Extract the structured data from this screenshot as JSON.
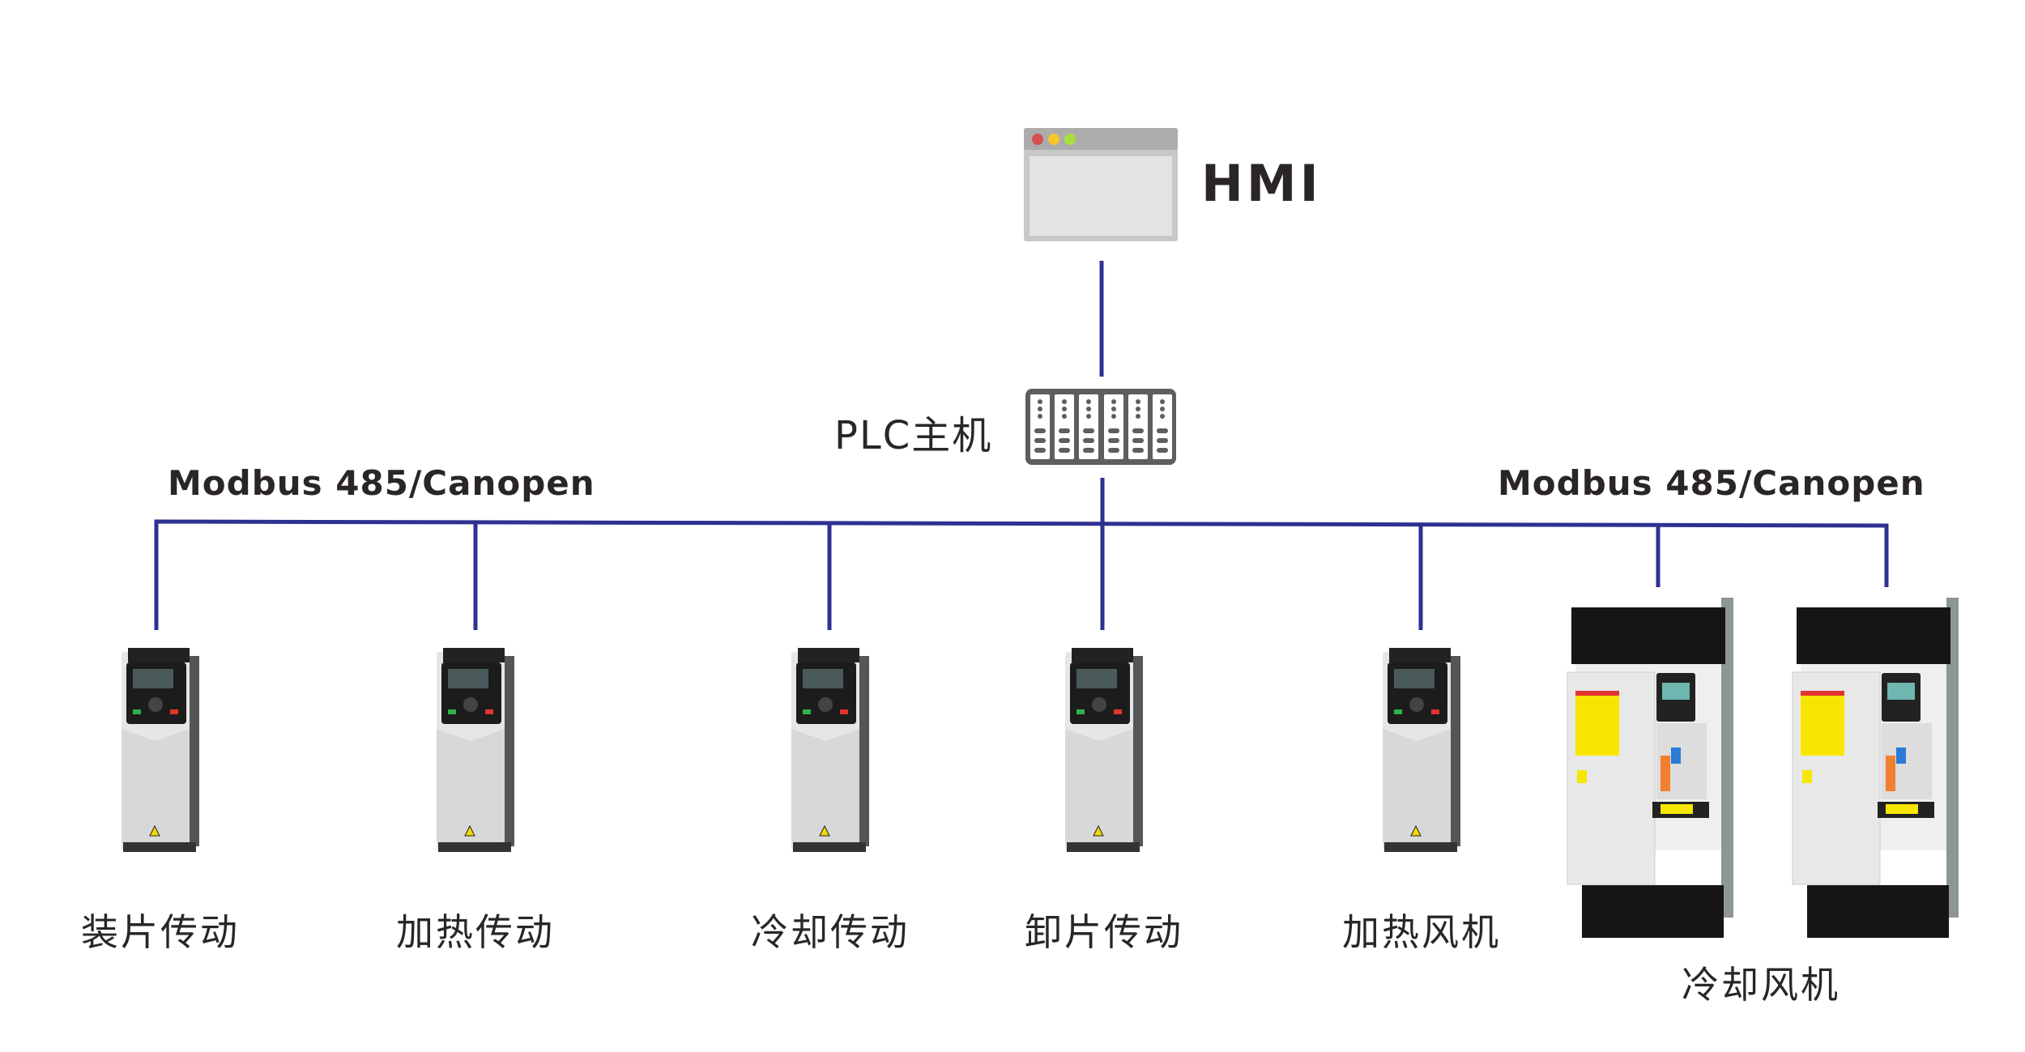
{
  "hmi": {
    "label": "HMI"
  },
  "plc": {
    "label": "PLC主机"
  },
  "bus": {
    "left_label": "Modbus 485/Canopen",
    "right_label": "Modbus 485/Canopen",
    "color": "#2e3192"
  },
  "devices": [
    {
      "label": "装片传动",
      "type": "small-drive"
    },
    {
      "label": "加热传动",
      "type": "small-drive"
    },
    {
      "label": "冷却传动",
      "type": "small-drive"
    },
    {
      "label": "卸片传动",
      "type": "small-drive"
    },
    {
      "label": "加热风机",
      "type": "small-drive"
    },
    {
      "label": "冷却风机",
      "type": "large-drive-pair"
    }
  ]
}
